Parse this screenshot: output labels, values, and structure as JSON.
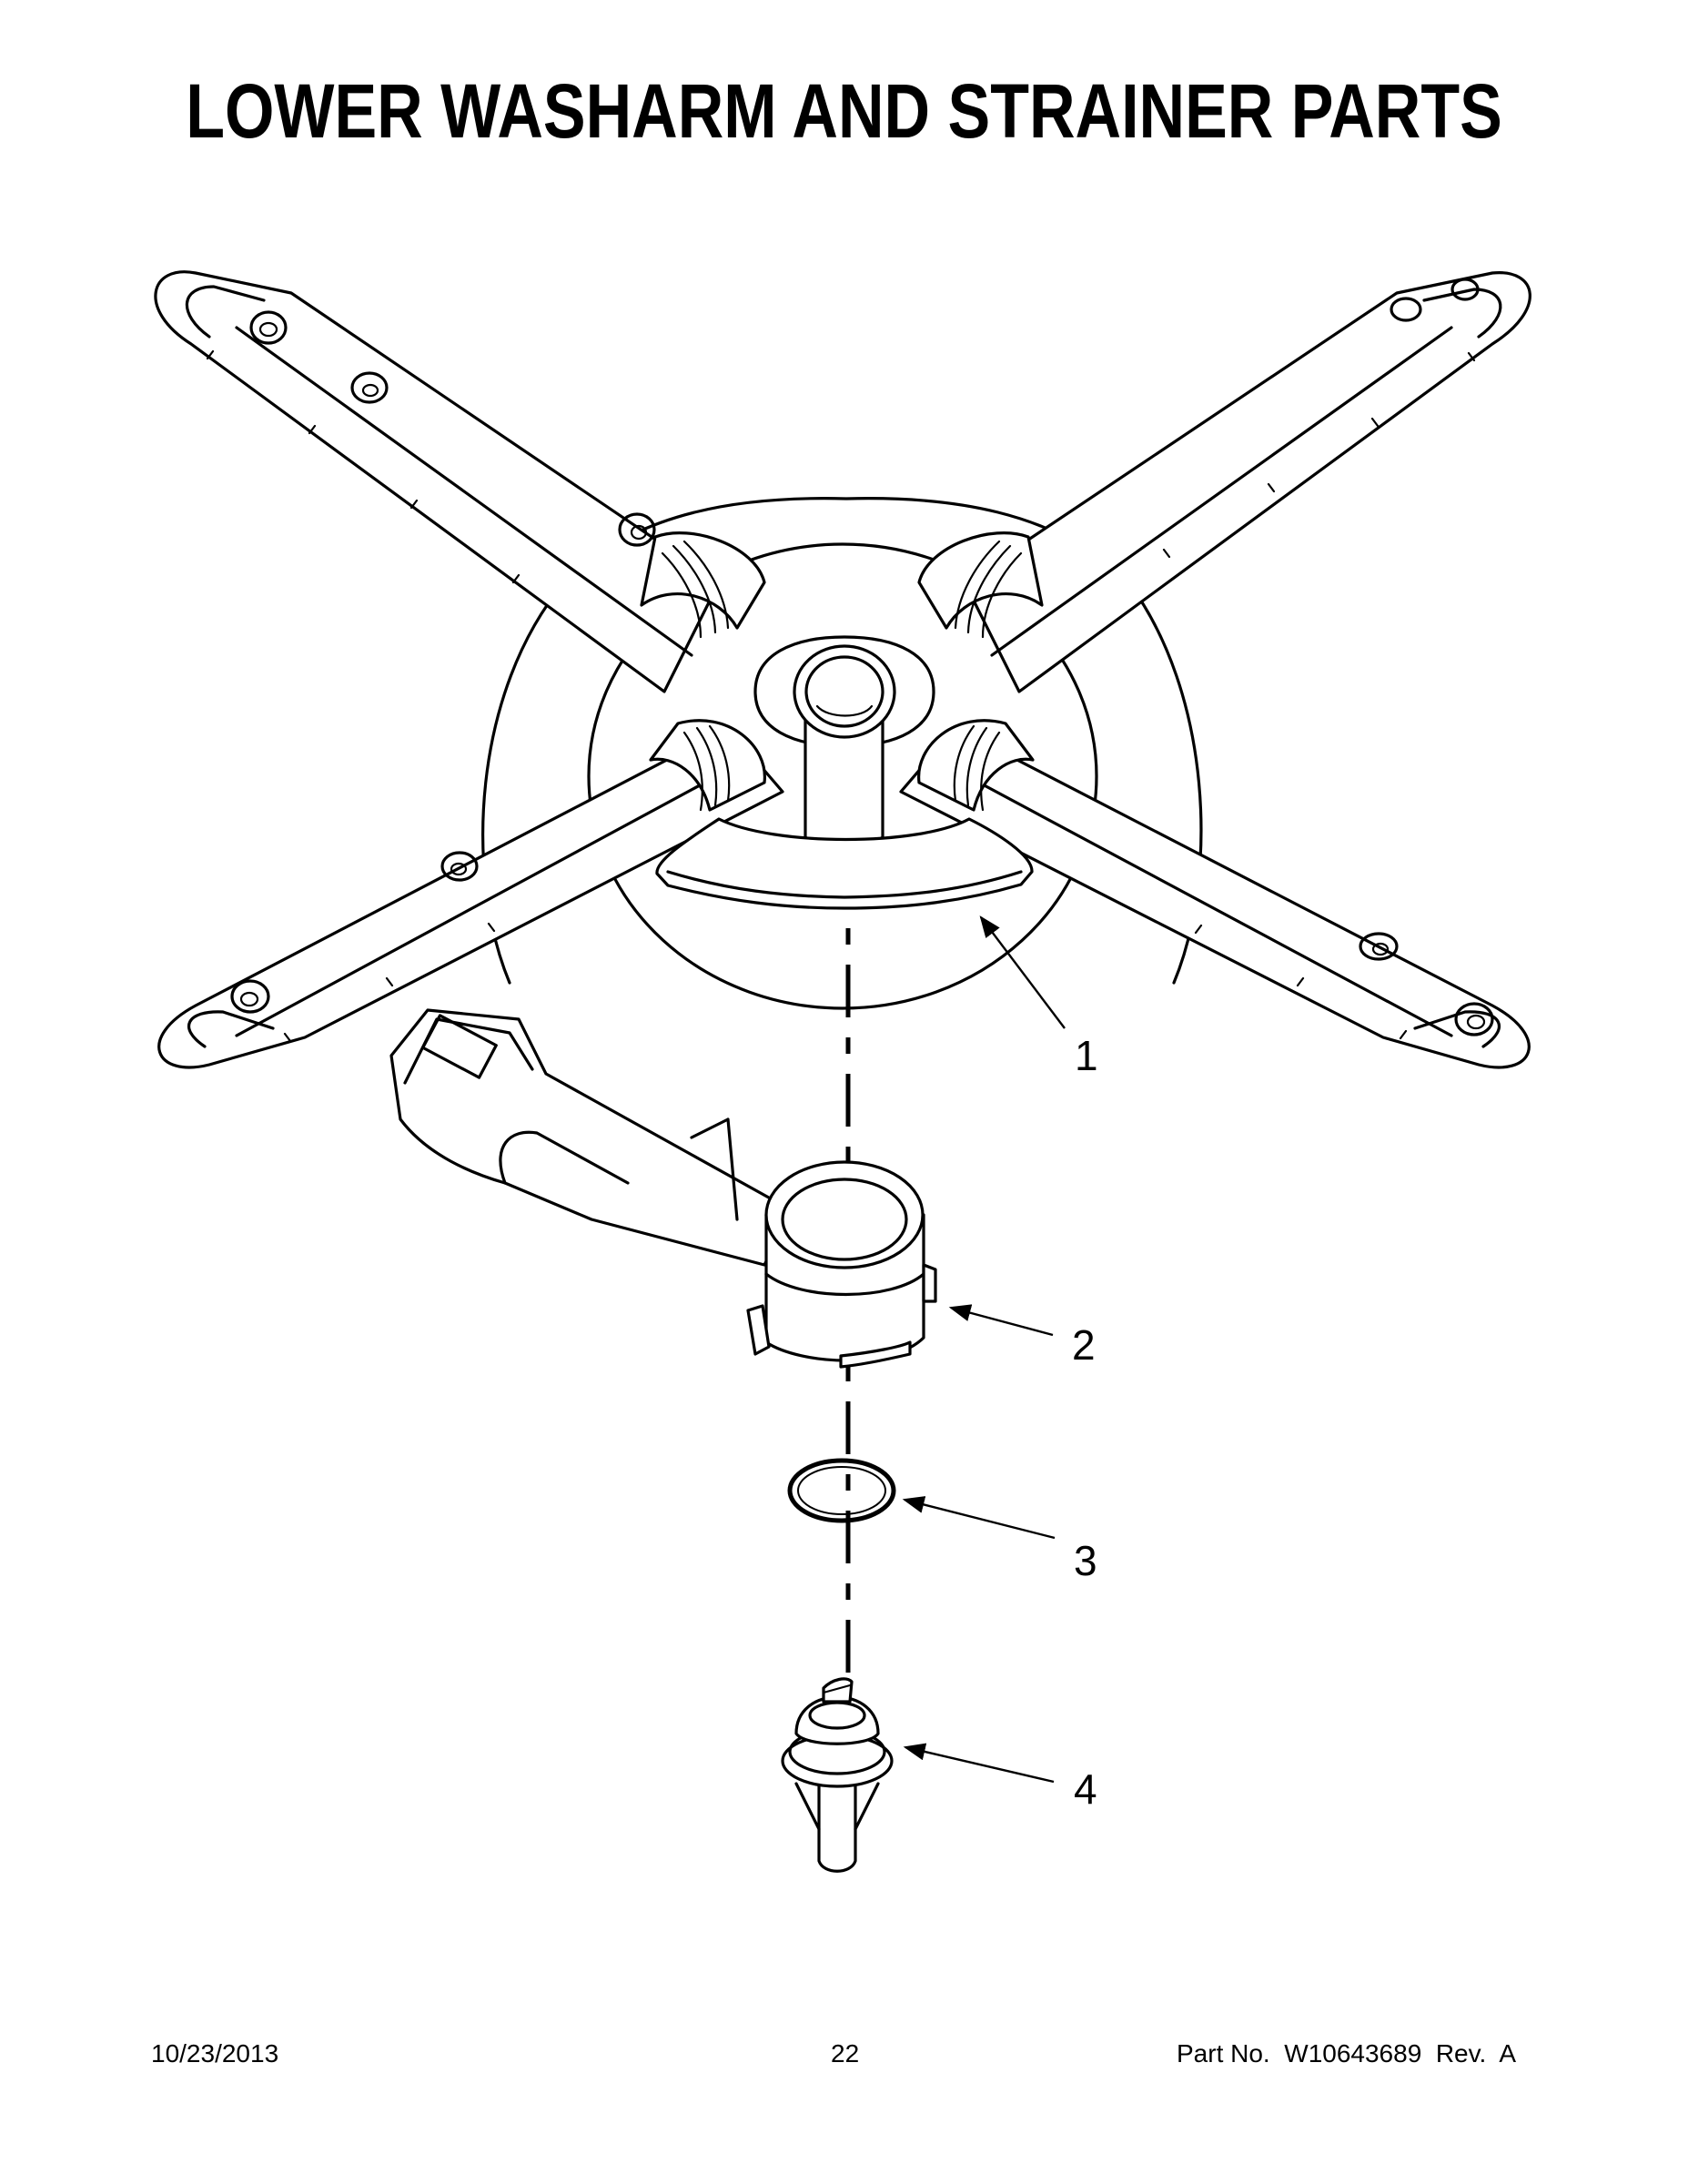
{
  "page": {
    "title": "LOWER WASHARM AND STRAINER PARTS"
  },
  "diagram": {
    "callouts": [
      {
        "number": "1",
        "part": "lower-washarm"
      },
      {
        "number": "2",
        "part": "washarm-conduit-manifold"
      },
      {
        "number": "3",
        "part": "o-ring-seal"
      },
      {
        "number": "4",
        "part": "washarm-bearing-support"
      }
    ],
    "line_color": "#000000",
    "background": "#ffffff"
  },
  "footer": {
    "date": "10/23/2013",
    "page_number": "22",
    "part_number": "Part No.  W10643689  Rev.  A"
  }
}
